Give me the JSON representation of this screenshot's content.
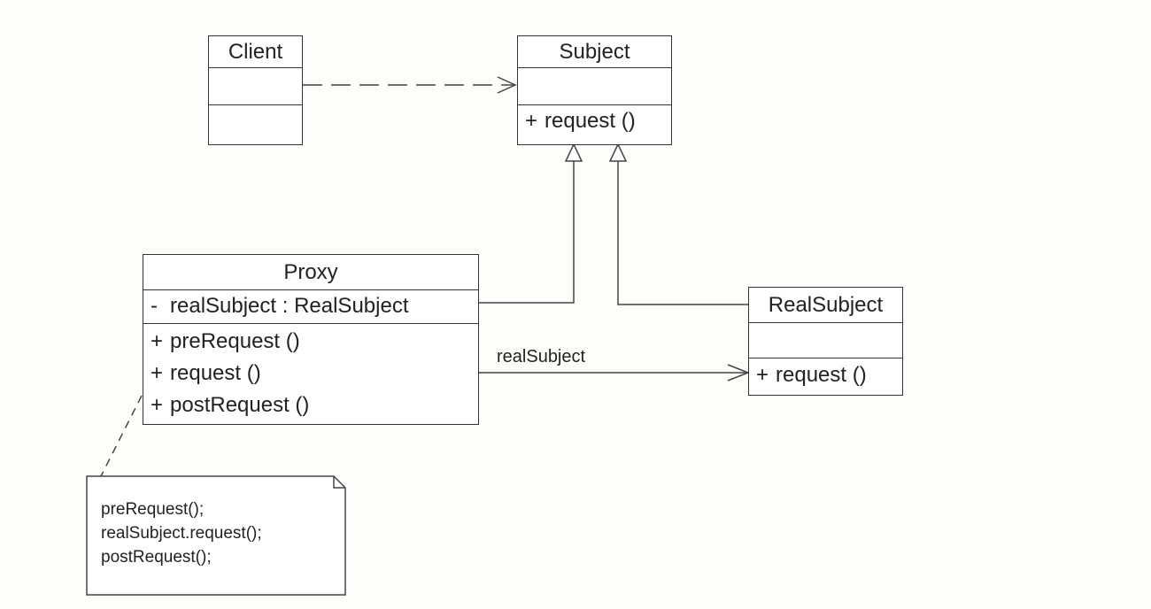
{
  "classes": {
    "client": {
      "name": "Client",
      "attributes": [],
      "operations": []
    },
    "subject": {
      "name": "Subject",
      "attributes": [],
      "operations": [
        {
          "visibility": "+",
          "text": "request ()"
        }
      ]
    },
    "proxy": {
      "name": "Proxy",
      "attributes": [
        {
          "visibility": "-",
          "text": "realSubject : RealSubject"
        }
      ],
      "operations": [
        {
          "visibility": "+",
          "text": "preRequest ()"
        },
        {
          "visibility": "+",
          "text": "request ()"
        },
        {
          "visibility": "+",
          "text": "postRequest ()"
        }
      ]
    },
    "realsubject": {
      "name": "RealSubject",
      "attributes": [],
      "operations": [
        {
          "visibility": "+",
          "text": "request ()"
        }
      ]
    }
  },
  "association": {
    "label": "realSubject"
  },
  "note": {
    "lines": [
      "preRequest();",
      "realSubject.request();",
      "postRequest();"
    ]
  }
}
